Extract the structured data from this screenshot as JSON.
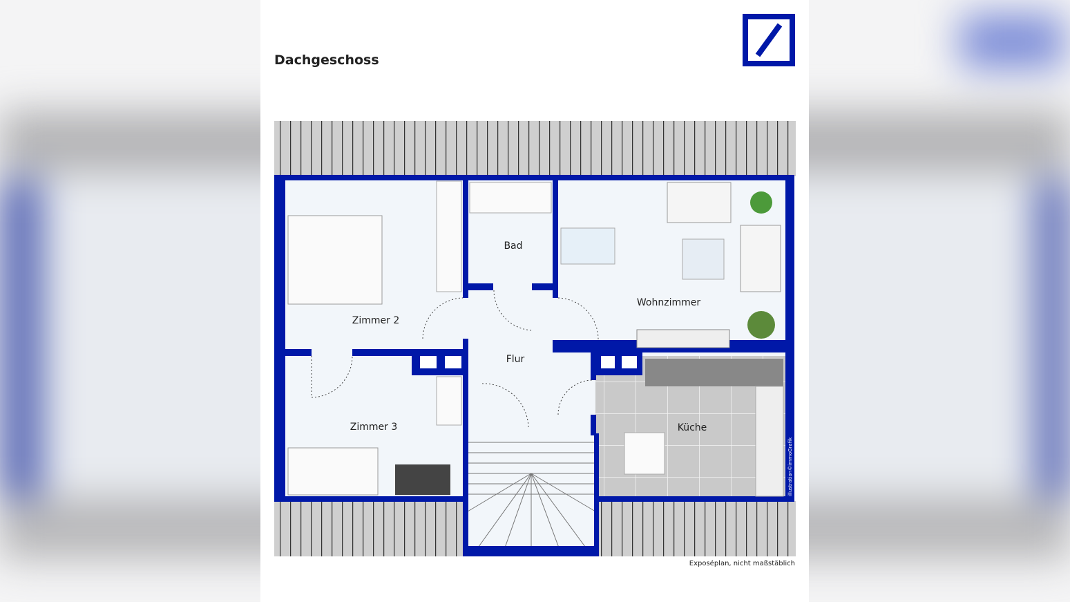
{
  "title": "Dachgeschoss",
  "footer_note": "Exposéplan, nicht maßstäblich",
  "credit": "illustration©immoGrafik",
  "logo": "deutsche-bank-logo",
  "colors": {
    "wall": "#0018a8",
    "roof": "#c8c8c8",
    "floor": "#f2f6fa",
    "kitchen_floor": "#c9c9c9"
  },
  "rooms": [
    {
      "name": "Zimmer 2"
    },
    {
      "name": "Bad"
    },
    {
      "name": "Wohnzimmer"
    },
    {
      "name": "Flur"
    },
    {
      "name": "Zimmer 3"
    },
    {
      "name": "Küche"
    }
  ]
}
